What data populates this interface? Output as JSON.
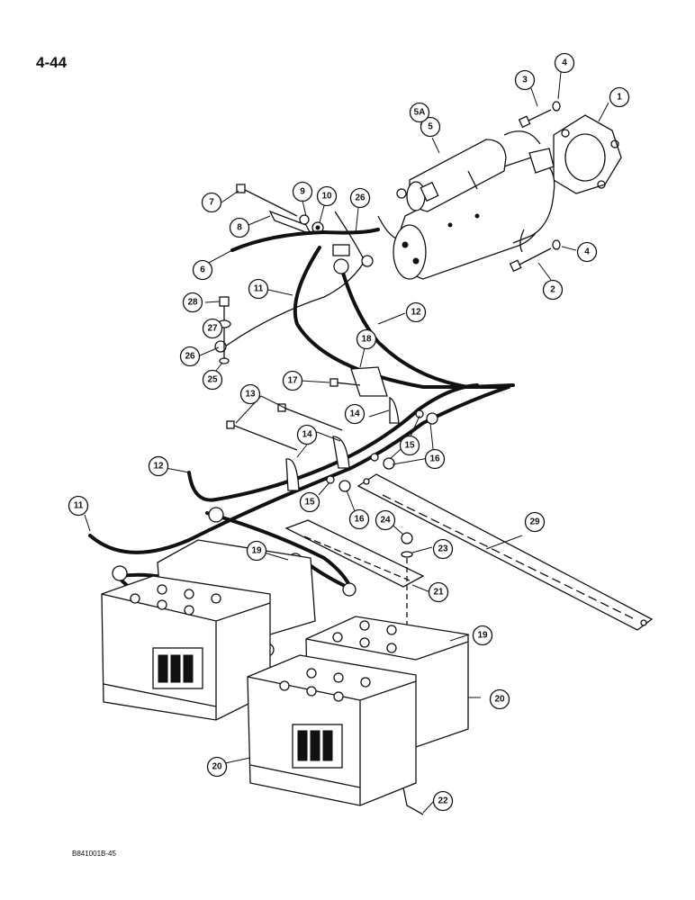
{
  "page": {
    "number": "4-44",
    "drawing_code": "B841001B-45"
  },
  "callouts": [
    {
      "id": "c1",
      "label": "1"
    },
    {
      "id": "c2",
      "label": "2"
    },
    {
      "id": "c3",
      "label": "3"
    },
    {
      "id": "c4a",
      "label": "4"
    },
    {
      "id": "c4b",
      "label": "4"
    },
    {
      "id": "c5",
      "label": "5"
    },
    {
      "id": "c5a",
      "label": "5A"
    },
    {
      "id": "c6",
      "label": "6"
    },
    {
      "id": "c7",
      "label": "7"
    },
    {
      "id": "c8",
      "label": "8"
    },
    {
      "id": "c9",
      "label": "9"
    },
    {
      "id": "c10",
      "label": "10"
    },
    {
      "id": "c11a",
      "label": "11"
    },
    {
      "id": "c11b",
      "label": "11"
    },
    {
      "id": "c12a",
      "label": "12"
    },
    {
      "id": "c12b",
      "label": "12"
    },
    {
      "id": "c13",
      "label": "13"
    },
    {
      "id": "c14a",
      "label": "14"
    },
    {
      "id": "c14b",
      "label": "14"
    },
    {
      "id": "c15a",
      "label": "15"
    },
    {
      "id": "c15b",
      "label": "15"
    },
    {
      "id": "c16a",
      "label": "16"
    },
    {
      "id": "c16b",
      "label": "16"
    },
    {
      "id": "c17",
      "label": "17"
    },
    {
      "id": "c18",
      "label": "18"
    },
    {
      "id": "c19a",
      "label": "19"
    },
    {
      "id": "c19b",
      "label": "19"
    },
    {
      "id": "c20a",
      "label": "20"
    },
    {
      "id": "c20b",
      "label": "20"
    },
    {
      "id": "c21",
      "label": "21"
    },
    {
      "id": "c22",
      "label": "22"
    },
    {
      "id": "c23",
      "label": "23"
    },
    {
      "id": "c24",
      "label": "24"
    },
    {
      "id": "c25",
      "label": "25"
    },
    {
      "id": "c26a",
      "label": "26"
    },
    {
      "id": "c26b",
      "label": "26"
    },
    {
      "id": "c27",
      "label": "27"
    },
    {
      "id": "c28",
      "label": "28"
    },
    {
      "id": "c29",
      "label": "29"
    }
  ]
}
